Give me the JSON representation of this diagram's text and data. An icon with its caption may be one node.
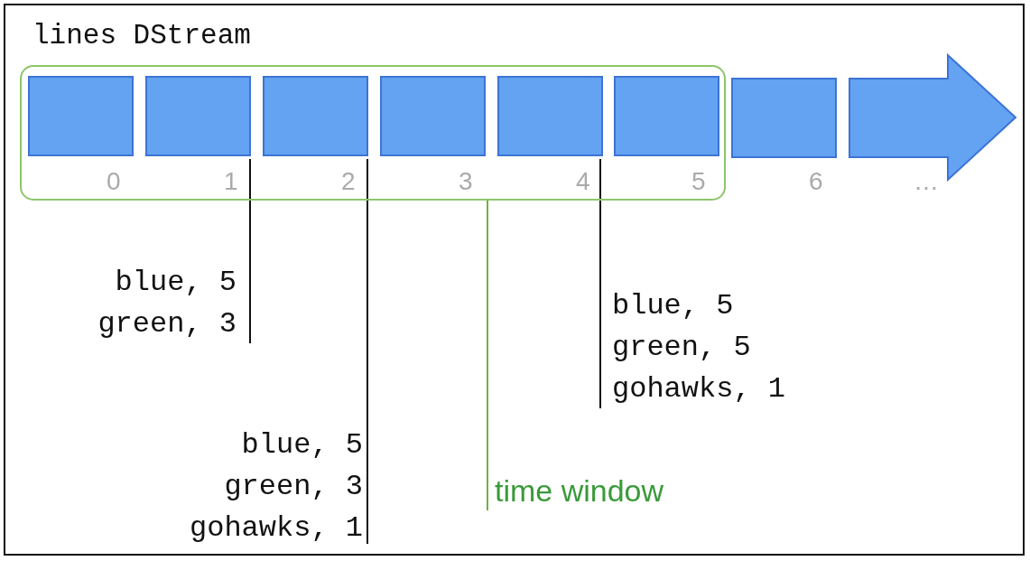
{
  "diagram": {
    "title": "lines DStream",
    "nodes": [
      {
        "text": [],
        "shape": "box"
      },
      {
        "text": [],
        "shape": "box",
        "in": 0,
        "beside": [
          "0"
        ]
      },
      {
        "text": [],
        "shape": "box",
        "in": 0,
        "beside": [
          "1"
        ]
      },
      {
        "text": [],
        "shape": "box",
        "in": 0,
        "beside": [
          "2"
        ]
      },
      {
        "text": [],
        "shape": "box",
        "in": 0,
        "beside": [
          "3"
        ]
      },
      {
        "text": [],
        "shape": "box",
        "in": 0,
        "beside": [
          "4"
        ]
      },
      {
        "text": [],
        "shape": "box",
        "in": 0,
        "beside": [
          "5"
        ]
      },
      {
        "text": [],
        "shape": "box",
        "beside": [
          "6"
        ]
      },
      {
        "text": [],
        "shape": "arrow",
        "beside": [
          "…"
        ]
      },
      {
        "text": [
          "blue, 5 green, 3"
        ]
      },
      {
        "text": [
          "blue, 5 green, 3 gohawks, 1"
        ]
      },
      {
        "text": [
          "blue, 5 green, 5 gohawks, 1"
        ]
      },
      {
        "text": [
          "time window"
        ]
      }
    ],
    "edges": [
      {
        "from": 9,
        "to": 2,
        "arrow": "none"
      },
      {
        "from": 10,
        "to": 3,
        "arrow": "none"
      },
      {
        "from": 11,
        "to": 5,
        "arrow": "none"
      },
      {
        "from": 12,
        "to": 0,
        "arrow": "none",
        "color": "#6db33f"
      }
    ]
  }
}
